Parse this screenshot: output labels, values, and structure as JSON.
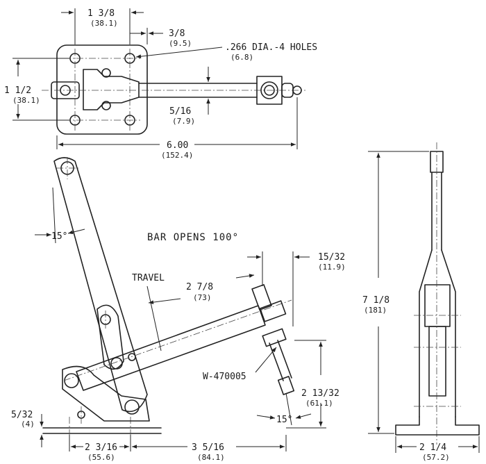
{
  "top_view": {
    "hole_spacing": {
      "in": "1 3/8",
      "mm": "(38.1)"
    },
    "hole_offset": {
      "in": "3/8",
      "mm": "(9.5)"
    },
    "holes_note": ".266 DIA.-4 HOLES",
    "hole_note_mm": "(6.8)",
    "base_height": {
      "in": "1 1/2",
      "mm": "(38.1)"
    },
    "bar_width": {
      "in": "5/16",
      "mm": "(7.9)"
    },
    "overall_length": {
      "in": "6.00",
      "mm": "(152.4)"
    }
  },
  "side_view": {
    "angle_top": "15°",
    "bar_opens": "BAR OPENS 100°",
    "travel_label": "TRAVEL",
    "travel": {
      "in": "2 7/8",
      "mm": "(73)"
    },
    "spindle_offset": {
      "in": "15/32",
      "mm": "(11.9)"
    },
    "spindle_part": "W-470005",
    "spindle_height": {
      "in": "2 13/32",
      "mm": "(61.1)"
    },
    "angle_bottom": "15°",
    "base_thickness": {
      "in": "5/32",
      "mm": "(4)"
    },
    "pivot_to_mount": {
      "in": "2 3/16",
      "mm": "(55.6)"
    },
    "mount_to_spindle": {
      "in": "3 5/16",
      "mm": "(84.1)"
    }
  },
  "end_view": {
    "overall_height": {
      "in": "7 1/8",
      "mm": "(181)"
    },
    "base_width": {
      "in": "2 1/4",
      "mm": "(57.2)"
    }
  }
}
